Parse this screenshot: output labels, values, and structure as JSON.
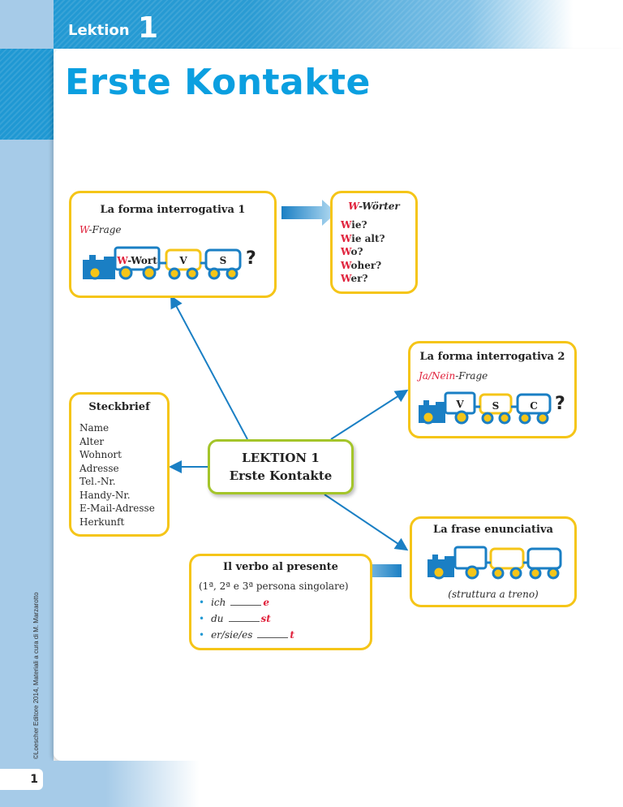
{
  "header": {
    "lektion_label": "Lektion",
    "lektion_number": "1",
    "title": "Erste Kontakte"
  },
  "copyright": "©Loescher Editore 2014, Materiali a cura di M. Marzarotto",
  "page_number": "1",
  "center": {
    "line1": "LEKTION 1",
    "line2": "Erste Kontakte"
  },
  "interrogativa1": {
    "title": "La forma interrogativa 1",
    "subtitle_red": "W",
    "subtitle_rest": "-Frage",
    "cars": [
      {
        "red": "W",
        "rest": "-Wort"
      },
      {
        "red": "",
        "rest": "V"
      },
      {
        "red": "",
        "rest": "S"
      }
    ],
    "question_mark": "?"
  },
  "w_woerter": {
    "title_red": "W",
    "title_rest": "-Wörter",
    "items": [
      {
        "red": "W",
        "rest": "ie?"
      },
      {
        "red": "W",
        "rest": "ie alt?"
      },
      {
        "red": "W",
        "rest": "o?"
      },
      {
        "red": "W",
        "rest": "oher?"
      },
      {
        "red": "W",
        "rest": "er?"
      }
    ]
  },
  "interrogativa2": {
    "title": "La forma interrogativa 2",
    "subtitle_red": "Ja/Nein",
    "subtitle_rest": "-Frage",
    "cars": [
      "V",
      "S",
      "C"
    ],
    "question_mark": "?"
  },
  "steckbrief": {
    "title": "Steckbrief",
    "items": [
      "Name",
      "Alter",
      "Wohnort",
      "Adresse",
      "Tel.-Nr.",
      "Handy-Nr.",
      "E-Mail-Adresse",
      "Herkunft"
    ]
  },
  "verbo": {
    "title": "Il verbo al presente",
    "subtitle": "(1ª, 2ª e 3ª persona singolare)",
    "items": [
      {
        "pronoun": "ich",
        "ending": "e"
      },
      {
        "pronoun": "du",
        "ending": "st"
      },
      {
        "pronoun": "er/sie/es",
        "ending": "t"
      }
    ]
  },
  "enunciativa": {
    "title": "La frase enunciativa",
    "caption": "(struttura a treno)"
  },
  "colors": {
    "brand_blue": "#0b9fe0",
    "box_border": "#f5c518",
    "center_border": "#a4c52a",
    "red": "#e0213b",
    "train_blue": "#1a7fc4",
    "wheel_yellow": "#f5c518"
  }
}
